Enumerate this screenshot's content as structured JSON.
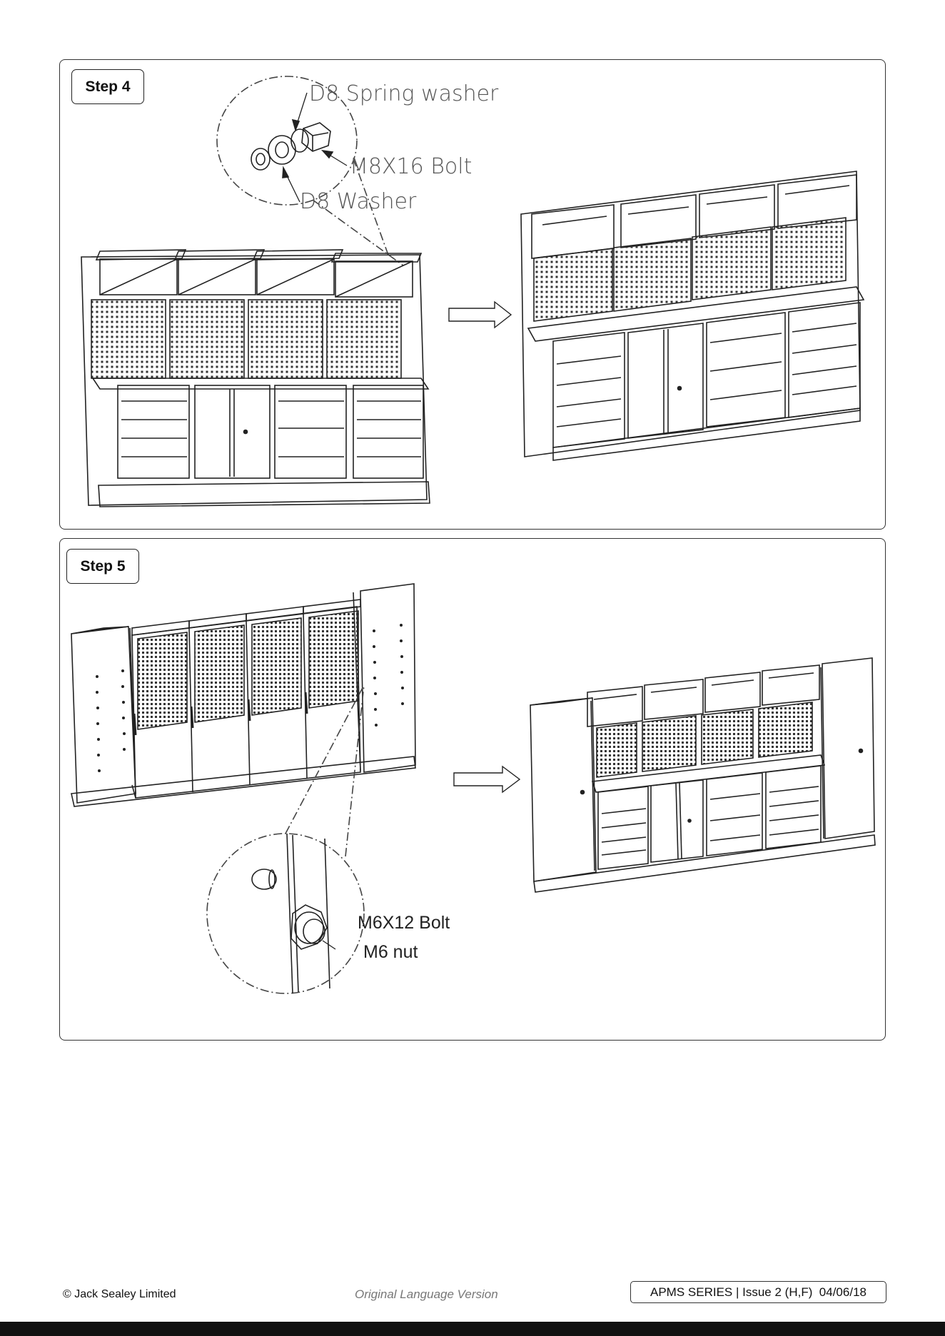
{
  "step4": {
    "label": "Step 4",
    "callouts": {
      "spring_washer": "D8 Spring washer",
      "bolt": "M8X16 Bolt",
      "washer": "D8 Washer"
    }
  },
  "step5": {
    "label": "Step 5",
    "callouts": {
      "bolt": "M6X12 Bolt",
      "nut": "M6 nut"
    }
  },
  "footer": {
    "copyright": "© Jack Sealey Limited",
    "language": "Original Language Version",
    "series": "APMS SERIES | Issue 2 (H,F)  04/06/18"
  }
}
